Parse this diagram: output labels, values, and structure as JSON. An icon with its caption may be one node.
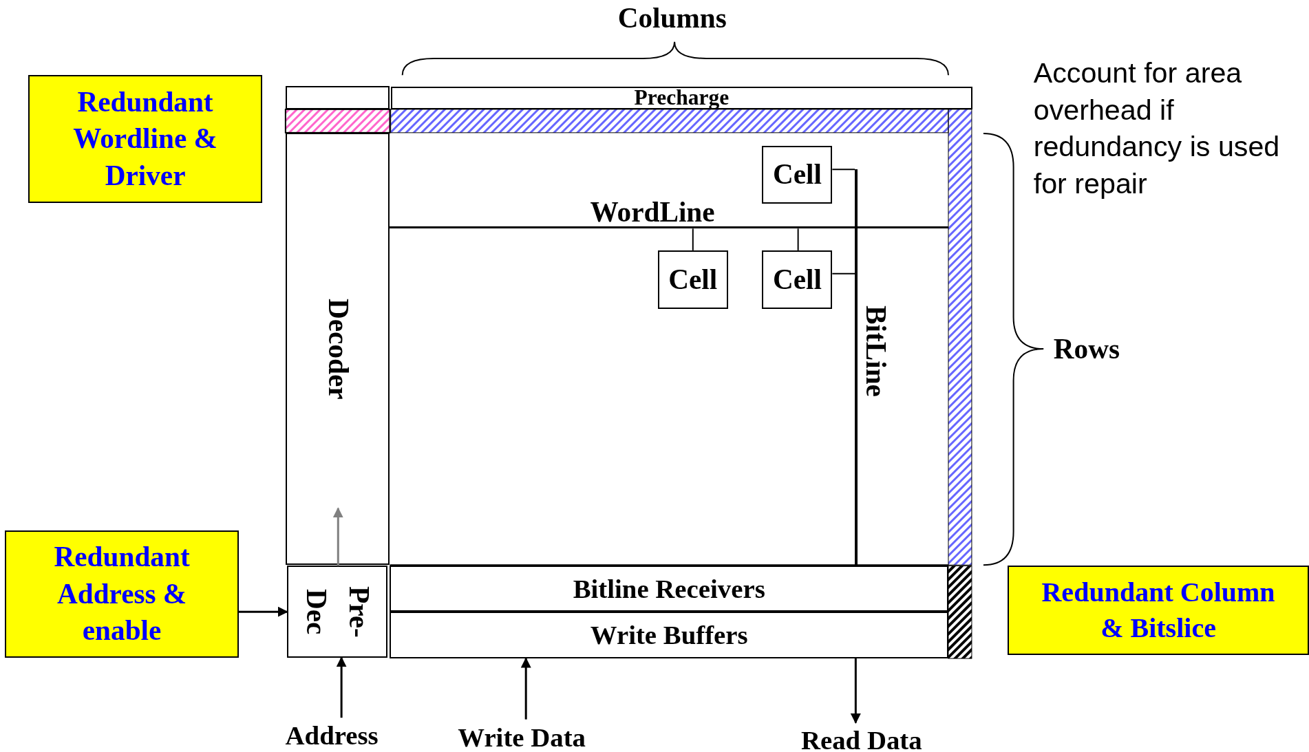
{
  "diagram": {
    "nodes": [
      {
        "text": [
          "Redundant Wordline & Driver"
        ]
      },
      {
        "text": [],
        "shape": "box"
      },
      {
        "text": [
          "Precharge"
        ]
      },
      {
        "text": [
          "Decoder"
        ]
      },
      {
        "text": [
          "Cell"
        ]
      },
      {
        "text": [
          "Cell"
        ]
      },
      {
        "text": [
          "Cell"
        ]
      },
      {
        "text": [
          "Redundant Address & enable"
        ]
      },
      {
        "text": [
          "Pre- Dec"
        ]
      },
      {
        "text": [
          "Bitline Receivers"
        ]
      },
      {
        "text": [
          "Write Buffers"
        ]
      },
      {
        "text": [
          "Redundant Column & Bitslice"
        ]
      },
      {
        "text": [
          "Address"
        ]
      },
      {
        "text": [
          "Write Data"
        ]
      },
      {
        "text": [
          "Read Data"
        ]
      },
      {
        "text": [],
        "shape": "bar",
        "beside": [
          "WordLine"
        ]
      },
      {
        "text": [],
        "shape": "bar",
        "beside": [
          "BitLine"
        ]
      }
    ],
    "edges": [
      {
        "from": 7,
        "to": 8,
        "arrow": "to"
      },
      {
        "from": 8,
        "to": 3,
        "arrow": "to",
        "color": "#808080"
      },
      {
        "from": 12,
        "to": 8,
        "arrow": "to"
      },
      {
        "from": 13,
        "to": 10,
        "arrow": "to"
      },
      {
        "from": 10,
        "to": 14,
        "arrow": "to"
      },
      {
        "from": 4,
        "to": 16,
        "arrow": "none"
      },
      {
        "from": 5,
        "to": 15,
        "arrow": "none"
      },
      {
        "from": 6,
        "to": 15,
        "arrow": "none"
      },
      {
        "from": 6,
        "to": 16,
        "arrow": "none"
      }
    ],
    "labels": [
      "Columns",
      "Account for area overhead if redundancy is used for repair",
      "Rows"
    ]
  }
}
